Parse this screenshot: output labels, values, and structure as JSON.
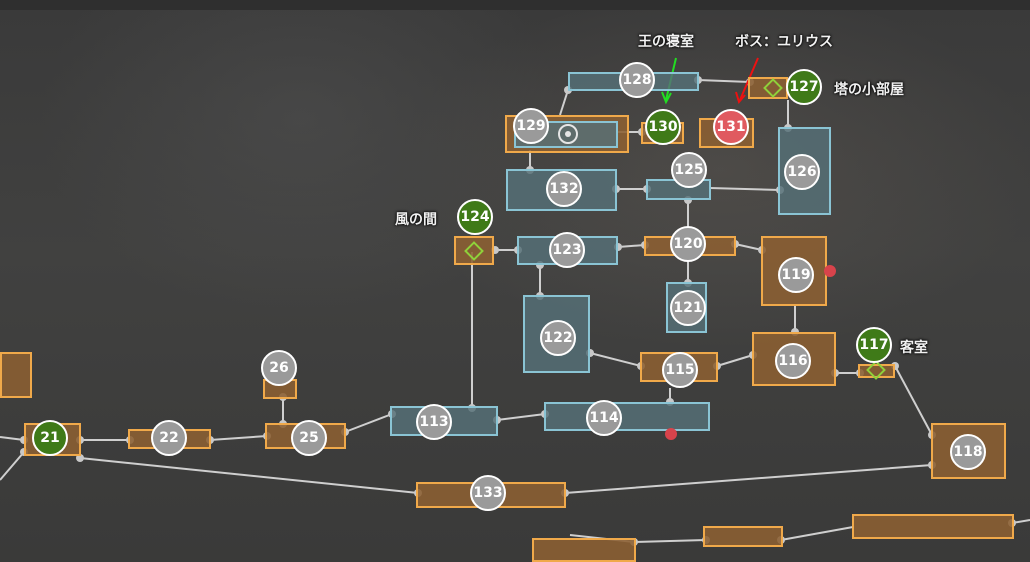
{
  "map": {
    "nodes": {
      "n21": "21",
      "n22": "22",
      "n25": "25",
      "n26": "26",
      "n113": "113",
      "n114": "114",
      "n115": "115",
      "n116": "116",
      "n117": "117",
      "n118": "118",
      "n119": "119",
      "n120": "120",
      "n121": "121",
      "n122": "122",
      "n123": "123",
      "n124": "124",
      "n125": "125",
      "n126": "126",
      "n127": "127",
      "n128": "128",
      "n129": "129",
      "n130": "130",
      "n131": "131",
      "n132": "132",
      "n133": "133"
    },
    "labels": {
      "king_bedroom": "王の寝室",
      "boss": "ボス：ユリウス",
      "tower_room": "塔の小部屋",
      "wind_room": "風の間",
      "guest_room": "客室"
    },
    "colors": {
      "save_point": "#3f7a18",
      "boss_node": "#e05a60",
      "room_node": "#9a9a9a",
      "orange_room_border": "#f0a94a",
      "blue_room_border": "#8ac4d4",
      "king_arrow": "#22dd22",
      "boss_arrow": "#ee1111"
    }
  }
}
